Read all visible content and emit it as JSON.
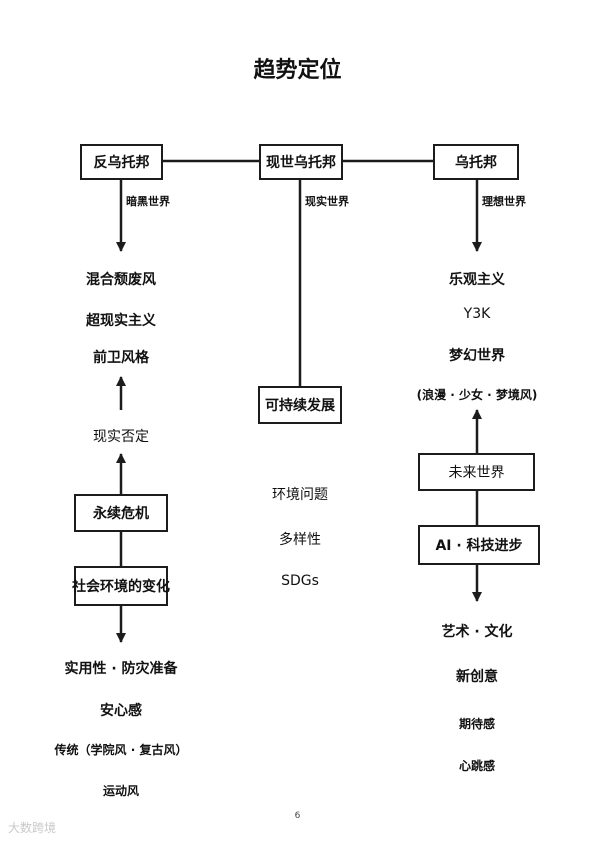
{
  "title": "趋势定位",
  "boxes": {
    "anti_utopia": "反乌托邦",
    "present_utopia": "现世乌托邦",
    "utopia": "乌托邦",
    "sustainable": "可持续发展",
    "eternal_crisis": "永续危机",
    "social_change": "社会环境的变化",
    "future_world": "未来世界",
    "ai_tech": "AI · 科技进步"
  },
  "edge_labels": {
    "dark_world": "暗黑世界",
    "real_world": "现实世界",
    "ideal_world": "理想世界"
  },
  "left_column": {
    "top_items": [
      "混合颓废风",
      "超现实主义",
      "前卫风格"
    ],
    "negation": "现实否定",
    "bottom_items": [
      "实用性 · 防灾准备",
      "安心感",
      "传统（学院风 · 复古风）",
      "运动风"
    ]
  },
  "middle_column": {
    "items": [
      "环境问题",
      "多样性",
      "SDGs"
    ]
  },
  "right_column": {
    "top_items": [
      "乐观主义",
      "Y3K",
      "梦幻世界",
      "(浪漫 · 少女 · 梦境风)"
    ],
    "bottom_items": [
      "艺术 · 文化",
      "新创意",
      "期待感",
      "心跳感"
    ]
  },
  "page_number": "6",
  "watermark": "大数跨境"
}
